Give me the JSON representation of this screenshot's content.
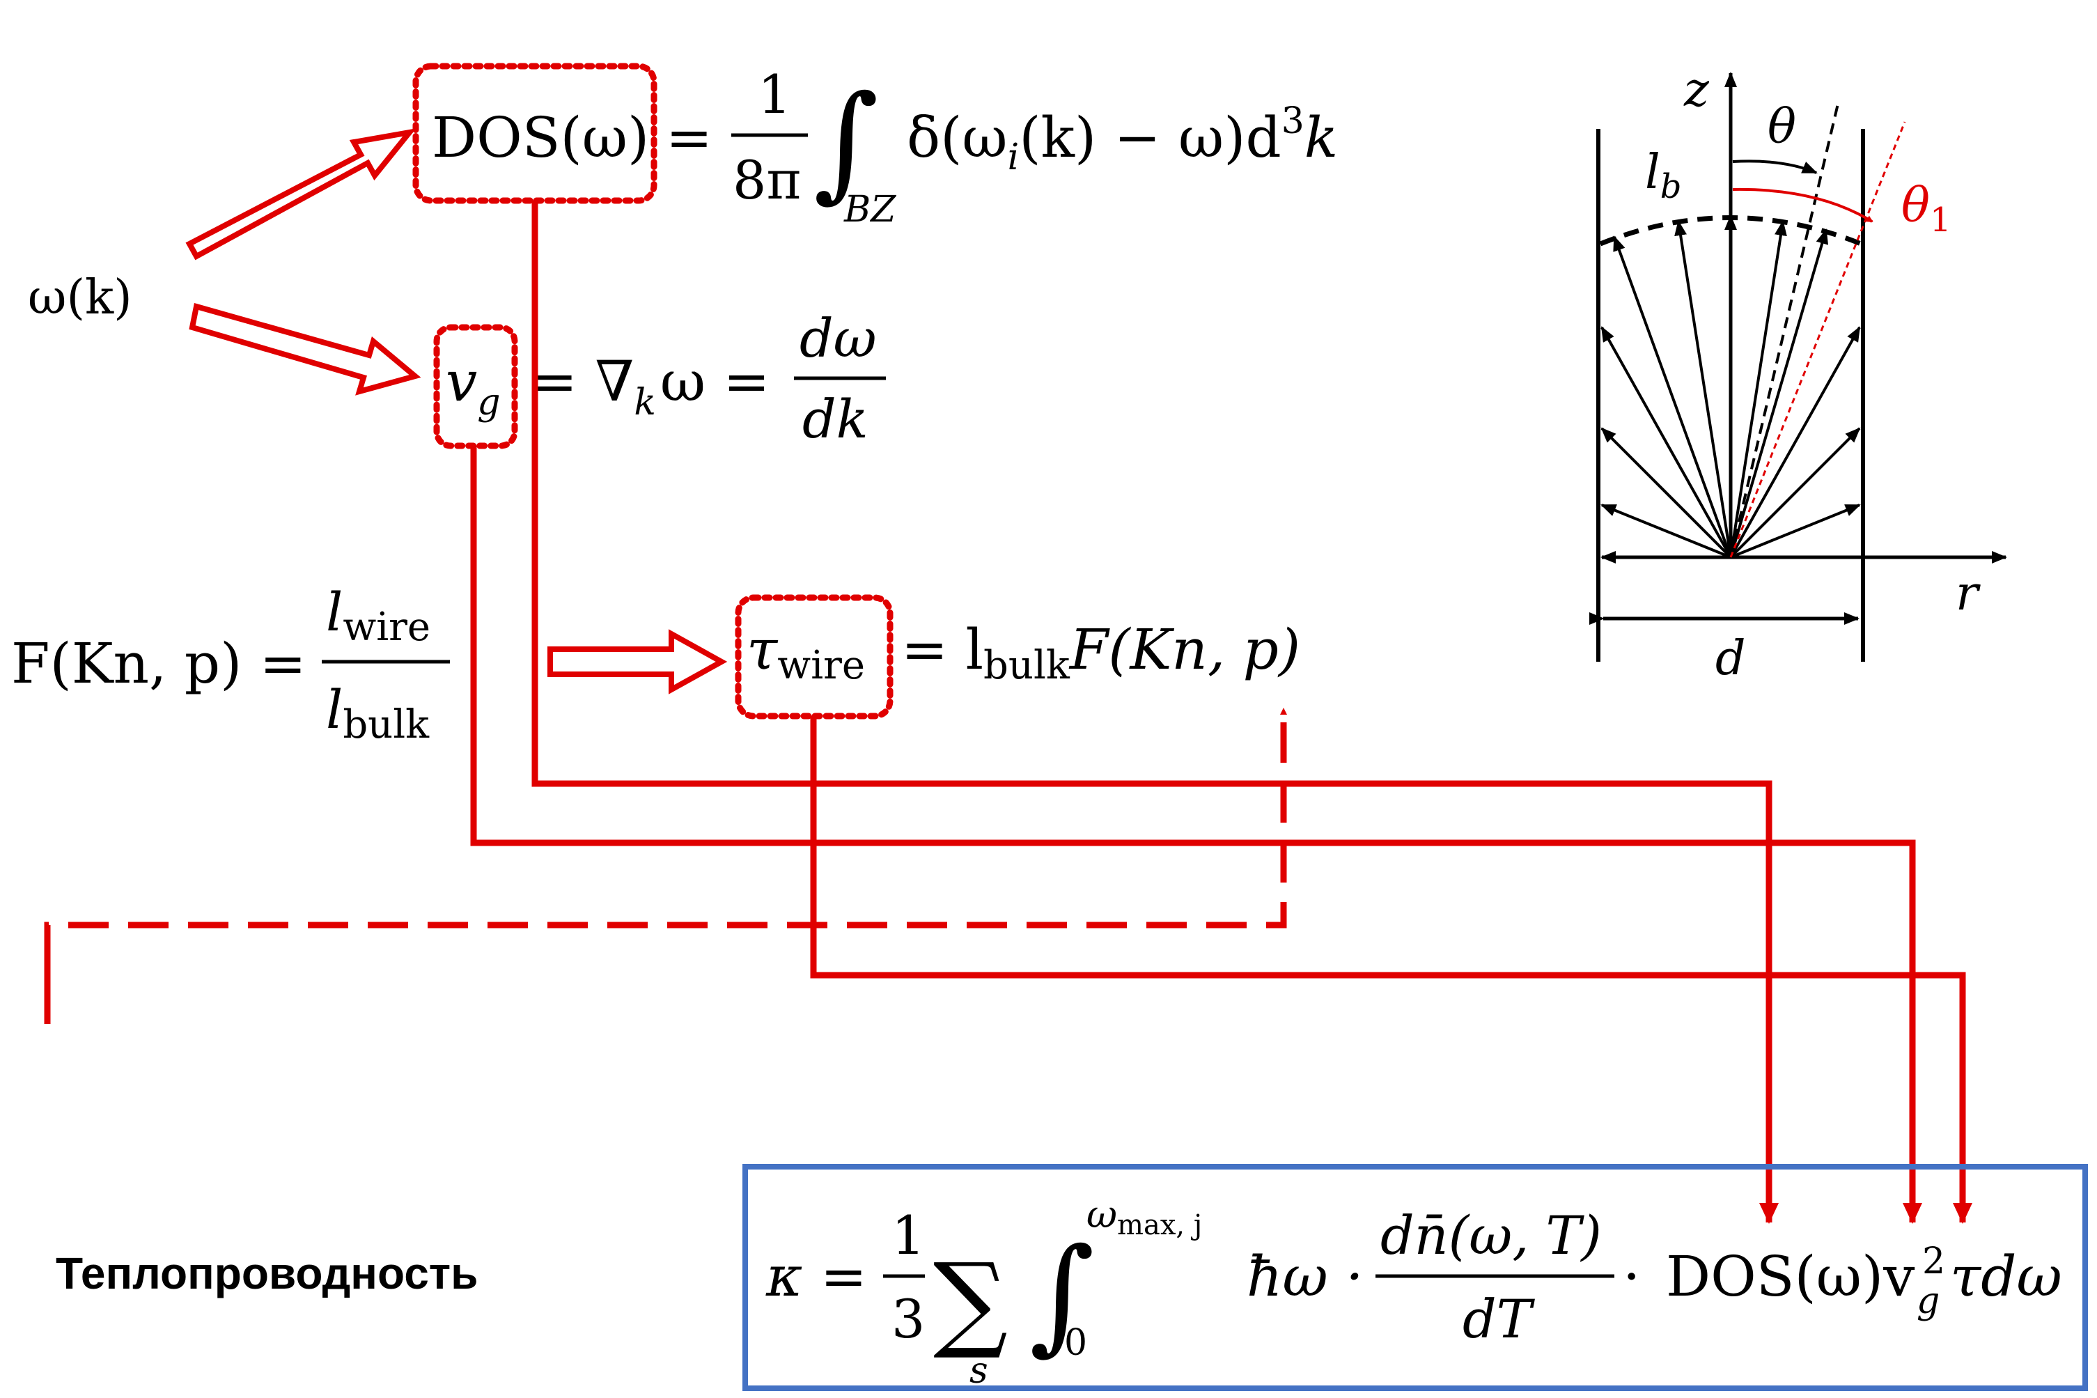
{
  "omega_k": "ω(k)",
  "dos": {
    "box": "DOS(ω)",
    "eq": "=",
    "num": "1",
    "den": "8π",
    "integral": "∫",
    "sub": "BZ",
    "body": "δ(ω",
    "body_i": "i",
    "body_rest": "(k) − ω)d",
    "body_pow": "3",
    "body_k": "k"
  },
  "vg": {
    "v": "v",
    "g": "g",
    "eq1": "= ∇",
    "k": "k",
    "omega": "ω =",
    "num": "dω",
    "den": "dk"
  },
  "F": {
    "lhs": "F(Kn, p) =",
    "num_l": "l",
    "num_sub": "wire",
    "den_l": "l",
    "den_sub": "bulk"
  },
  "tau": {
    "tau": "τ",
    "sub": "wire",
    "eq": "= l",
    "bulk": "bulk",
    "rhs": "F(Kn, p)"
  },
  "geometry": {
    "z": "z",
    "theta": "θ",
    "lb": "l",
    "lb_sub": "b",
    "theta1": "θ",
    "theta1_sub": "1",
    "r": "r",
    "d": "d"
  },
  "label": "Теплопроводность",
  "kappa": {
    "lhs": "κ =",
    "num": "1",
    "den": "3",
    "sum": "∑",
    "sum_sub": "s",
    "integral": "∫",
    "upper": "ω",
    "upper_sub": "max, j",
    "lower": "0",
    "hbar": "ħω ·",
    "frac_num": "dn̄(ω, T)",
    "frac_den": "dT",
    "dot": "·",
    "dos": "DOS(ω)v",
    "vg_sup": "2",
    "vg_sub": "g",
    "tail": "τdω"
  },
  "colors": {
    "accent": "#e00000",
    "box_border": "#4472c4",
    "ink": "#000000"
  }
}
